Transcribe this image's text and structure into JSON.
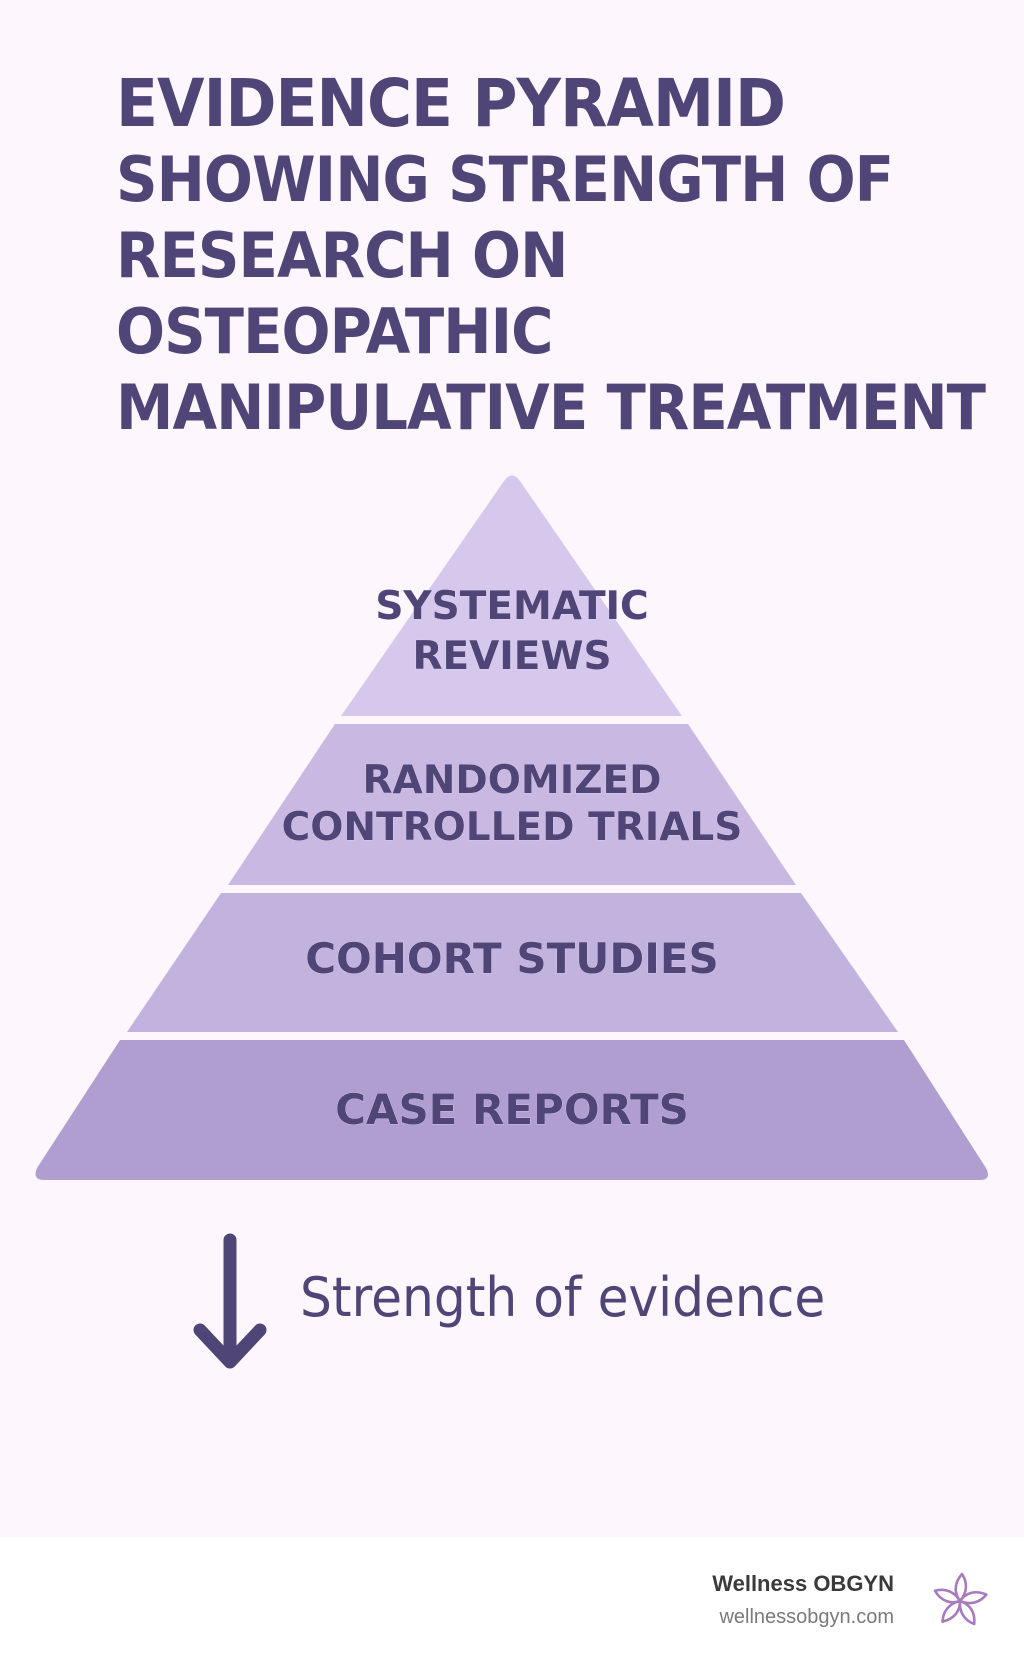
{
  "title": {
    "lines": [
      "EVIDENCE PYRAMID",
      "SHOWING STRENGTH OF",
      "RESEARCH ON",
      "OSTEOPATHIC",
      "MANIPULATIVE TREATMENT"
    ]
  },
  "pyramid": {
    "tiers": [
      {
        "lines": [
          "SYSTEMATIC",
          "REVIEWS"
        ],
        "color": "#d6c8ec",
        "rank": 1
      },
      {
        "lines": [
          "RANDOMIZED",
          "CONTROLLED TRIALS"
        ],
        "color": "#c9b8e1",
        "rank": 2
      },
      {
        "lines": [
          "COHORT STUDIES"
        ],
        "color": "#c2b2de",
        "rank": 3
      },
      {
        "lines": [
          "CASE REPORTS"
        ],
        "color": "#b19ed0",
        "rank": 4
      }
    ]
  },
  "legend": {
    "icon": "arrow-down-icon",
    "label": "Strength of evidence"
  },
  "footer": {
    "brand_name": "Wellness OBGYN",
    "brand_url": "wellnessobgyn.com",
    "logo_icon": "flower-icon"
  },
  "colors": {
    "text": "#4f4577",
    "background": "#fdf7fd",
    "logo": "#a77bbd"
  }
}
